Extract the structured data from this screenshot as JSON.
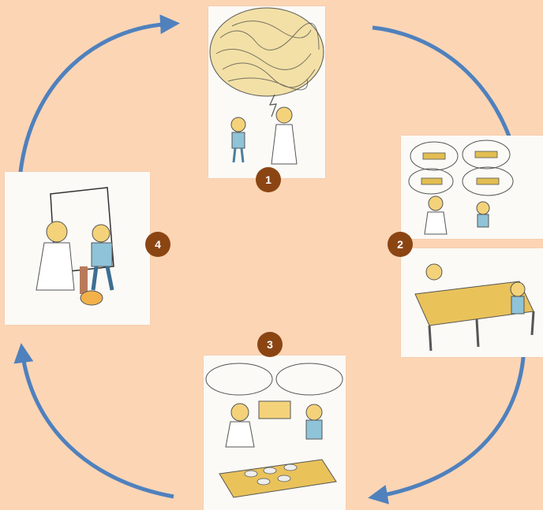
{
  "diagram": {
    "steps": [
      {
        "number": "1",
        "illustration": "tangle-of-thoughts"
      },
      {
        "number": "2",
        "illustration": "sorting-onto-tables"
      },
      {
        "number": "3",
        "illustration": "discussing-at-table"
      },
      {
        "number": "4",
        "illustration": "insight-pointing"
      }
    ],
    "colors": {
      "background": "#FCD5B5",
      "arrow": "#4F81BD",
      "badge": "#8B4513",
      "badge_text": "#FFFFFF",
      "panel": "#FBFAF6"
    }
  }
}
